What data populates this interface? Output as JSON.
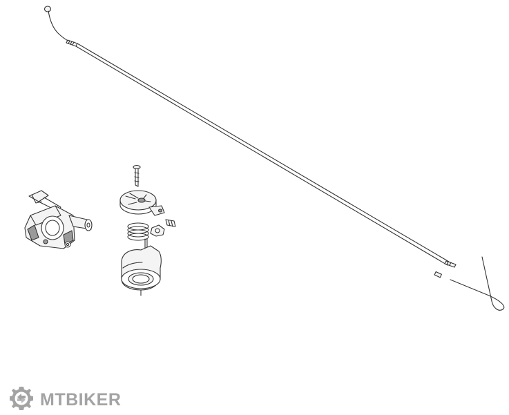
{
  "watermark": {
    "brand": "MTBIKER",
    "icon": "gear-arrows-icon",
    "color": "#a3a3a3"
  },
  "drawing": {
    "line_color": "#333333",
    "fill_light": "#f4f4f4",
    "fill_dark": "#9a9a9a",
    "parts": [
      "cable-end-nipple",
      "shift-cable",
      "cable-housing",
      "cable-ferrule",
      "cable-end-crimp",
      "shifter-clamp-body",
      "shifter-screw",
      "shifter-pulley-cover",
      "housing-adjuster",
      "return-spring",
      "pulley-base"
    ]
  }
}
